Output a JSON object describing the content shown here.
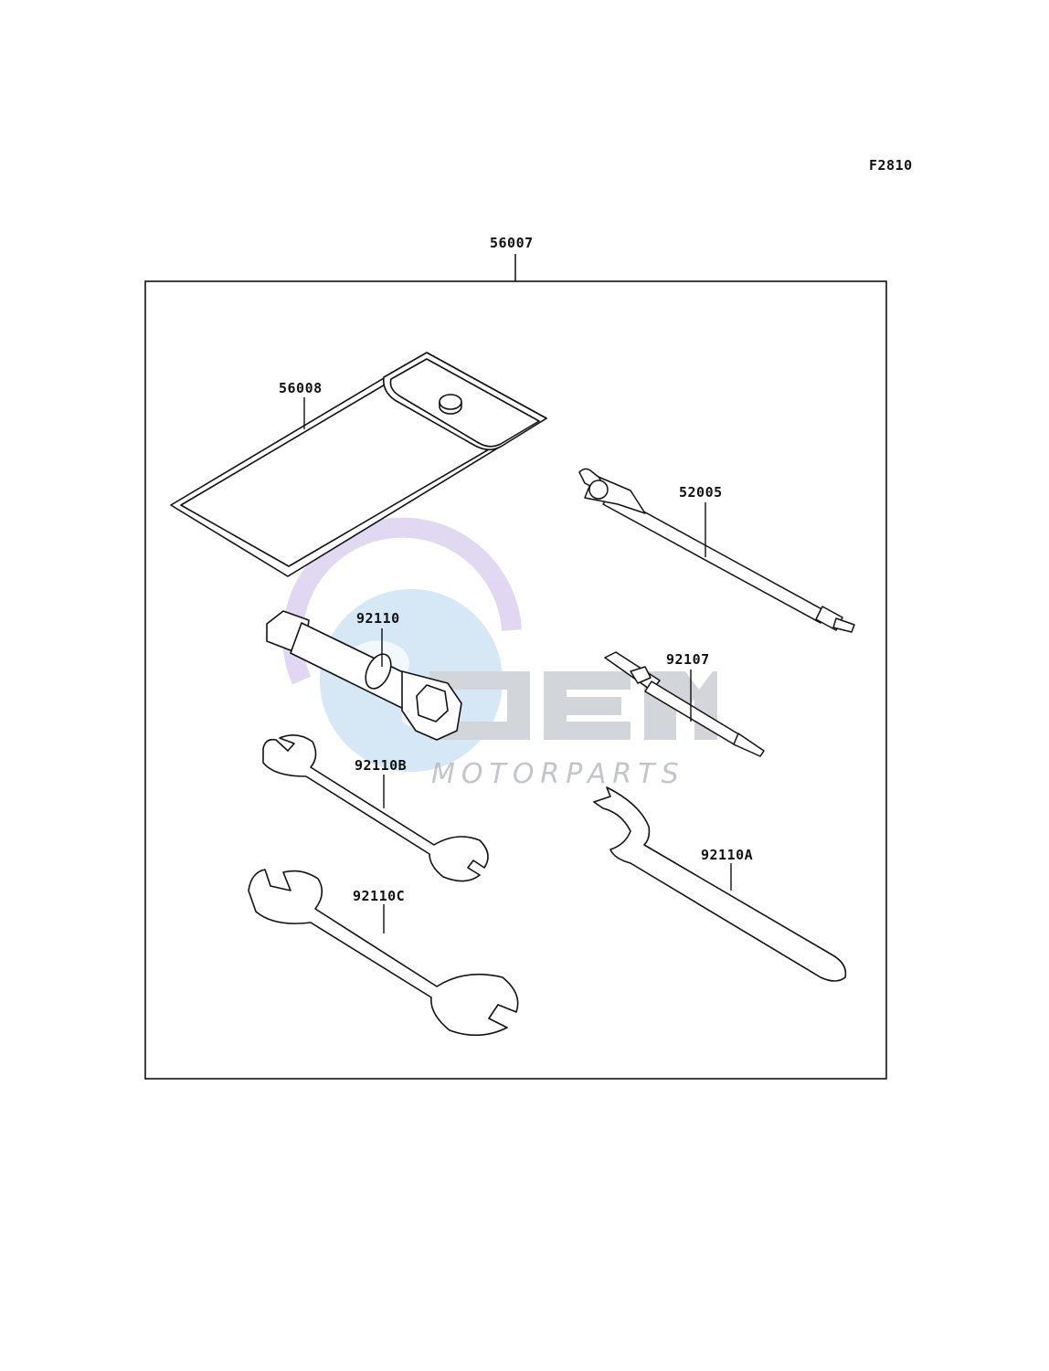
{
  "figure_code": "F2810",
  "kit": {
    "part_number": "56007"
  },
  "parts": [
    {
      "id": "case",
      "part_number": "56008"
    },
    {
      "id": "tool-52005",
      "part_number": "52005"
    },
    {
      "id": "plug-wrench",
      "part_number": "92110"
    },
    {
      "id": "screwdriver",
      "part_number": "92107"
    },
    {
      "id": "wrench-b",
      "part_number": "92110B"
    },
    {
      "id": "wrench-c",
      "part_number": "92110C"
    },
    {
      "id": "hook-wrench",
      "part_number": "92110A"
    }
  ],
  "watermark": {
    "brand": "OEM",
    "tagline": "MOTORPARTS",
    "colors": {
      "globe": "#6aa8e0",
      "ring": "#c9b8e8",
      "text": "#b8bcc4"
    }
  },
  "colors": {
    "line": "#111111",
    "background": "#ffffff"
  }
}
